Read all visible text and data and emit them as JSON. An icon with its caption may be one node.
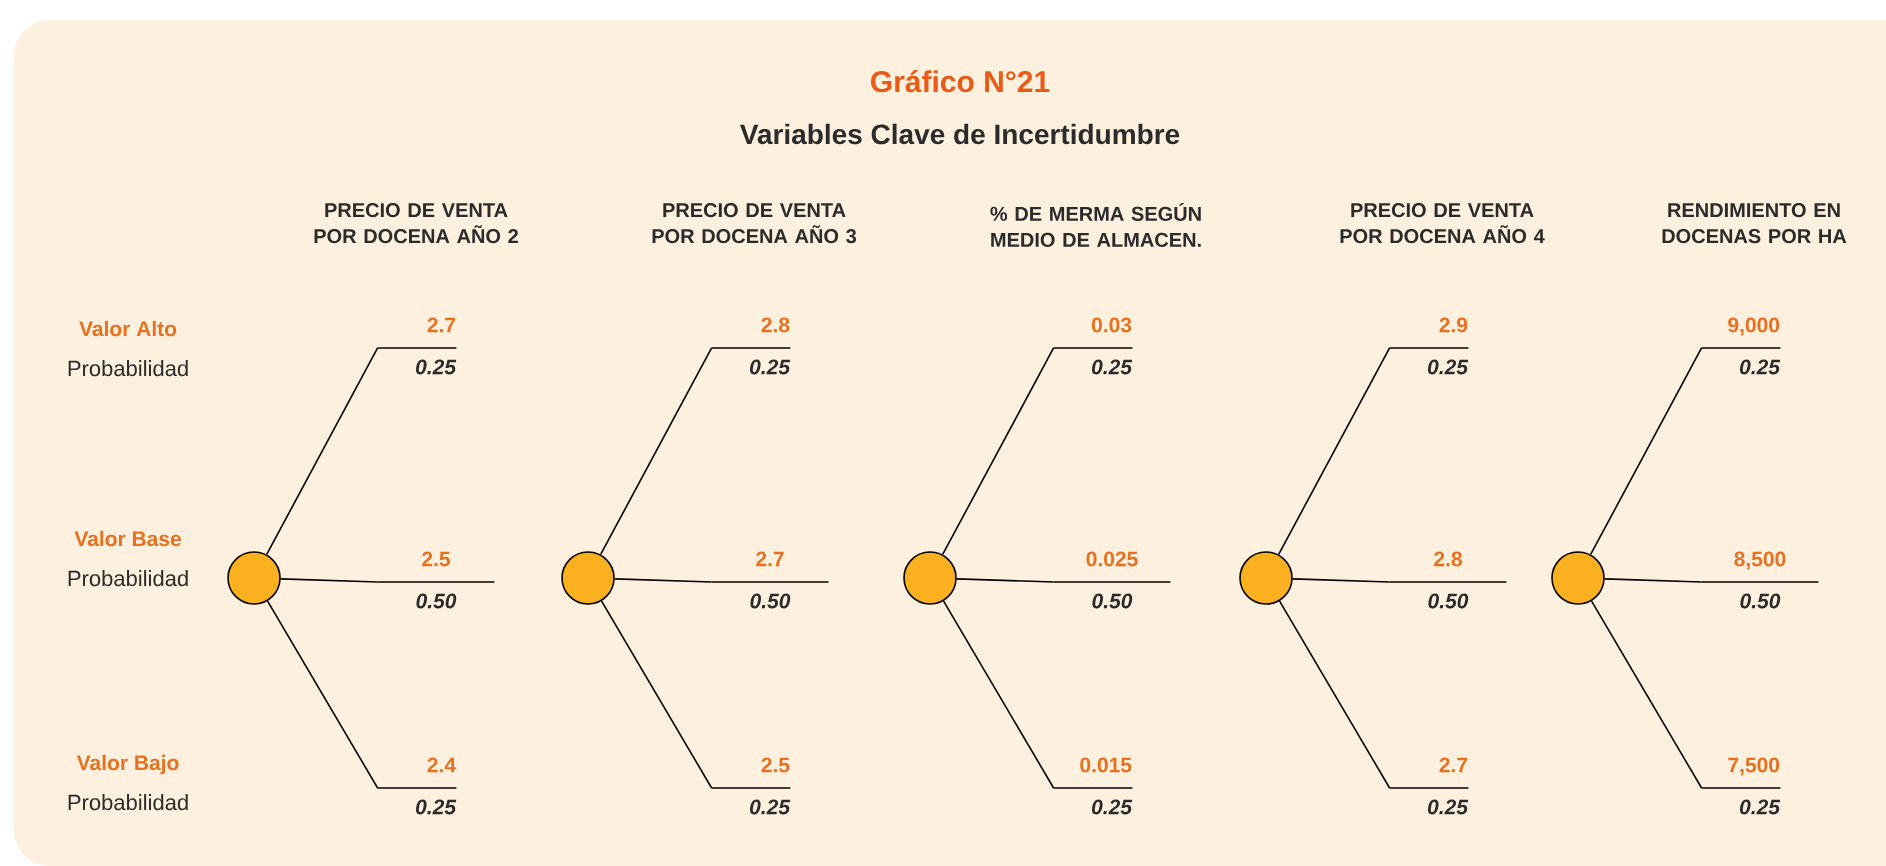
{
  "diagram": {
    "title": "Gráfico N°21",
    "nodes": [
      {
        "text": [],
        "shape": "circle"
      },
      {
        "text": [
          "2.7",
          "0.25"
        ]
      },
      {
        "text": [
          "2.5",
          "0.50"
        ]
      },
      {
        "text": [
          "2.4",
          "0.25"
        ]
      },
      {
        "text": [],
        "shape": "circle"
      },
      {
        "text": [
          "2.8",
          "0.25"
        ]
      },
      {
        "text": [
          "2.7",
          "0.50"
        ]
      },
      {
        "text": [
          "2.5",
          "0.25"
        ]
      },
      {
        "text": [],
        "shape": "circle"
      },
      {
        "text": [
          "0.03",
          "0.25"
        ]
      },
      {
        "text": [
          "0.025",
          "0.50"
        ]
      },
      {
        "text": [
          "0.015",
          "0.25"
        ]
      },
      {
        "text": [],
        "shape": "circle"
      },
      {
        "text": [
          "2.9",
          "0.25"
        ]
      },
      {
        "text": [
          "2.8",
          "0.50"
        ]
      },
      {
        "text": [
          "2.7",
          "0.25"
        ]
      },
      {
        "text": [],
        "shape": "circle"
      },
      {
        "text": [
          "9,000",
          "0.25"
        ]
      },
      {
        "text": [
          "8,500",
          "0.50"
        ]
      },
      {
        "text": [
          "7,500",
          "0.25"
        ]
      }
    ],
    "edges": [
      {
        "from": 0,
        "to": 1,
        "arrow": "none"
      },
      {
        "from": 0,
        "to": 2,
        "arrow": "none"
      },
      {
        "from": 0,
        "to": 3,
        "arrow": "none"
      },
      {
        "from": 4,
        "to": 5,
        "arrow": "none"
      },
      {
        "from": 4,
        "to": 6,
        "arrow": "none"
      },
      {
        "from": 4,
        "to": 7,
        "arrow": "none"
      },
      {
        "from": 8,
        "to": 9,
        "arrow": "none"
      },
      {
        "from": 8,
        "to": 10,
        "arrow": "none"
      },
      {
        "from": 8,
        "to": 11,
        "arrow": "none"
      },
      {
        "from": 12,
        "to": 13,
        "arrow": "none"
      },
      {
        "from": 12,
        "to": 14,
        "arrow": "none"
      },
      {
        "from": 12,
        "to": 15,
        "arrow": "none"
      },
      {
        "from": 16,
        "to": 17,
        "arrow": "none"
      },
      {
        "from": 16,
        "to": 18,
        "arrow": "none"
      },
      {
        "from": 16,
        "to": 19,
        "arrow": "none"
      }
    ],
    "labels": [
      "Variables Clave de Incertidumbre",
      "PRECIO DE VENTA POR DOCENA AÑO 2",
      "PRECIO DE VENTA POR DOCENA AÑO 3",
      "% DE MERMA SEGÚN MEDIO DE ALMACEN.",
      "PRECIO DE VENTA POR DOCENA AÑO 4",
      "RENDIMIENTO EN DOCENAS POR HA",
      "Valor Alto",
      "Probabilidad",
      "Valor Base",
      "Probabilidad",
      "Valor Bajo",
      "Probabilidad"
    ]
  }
}
